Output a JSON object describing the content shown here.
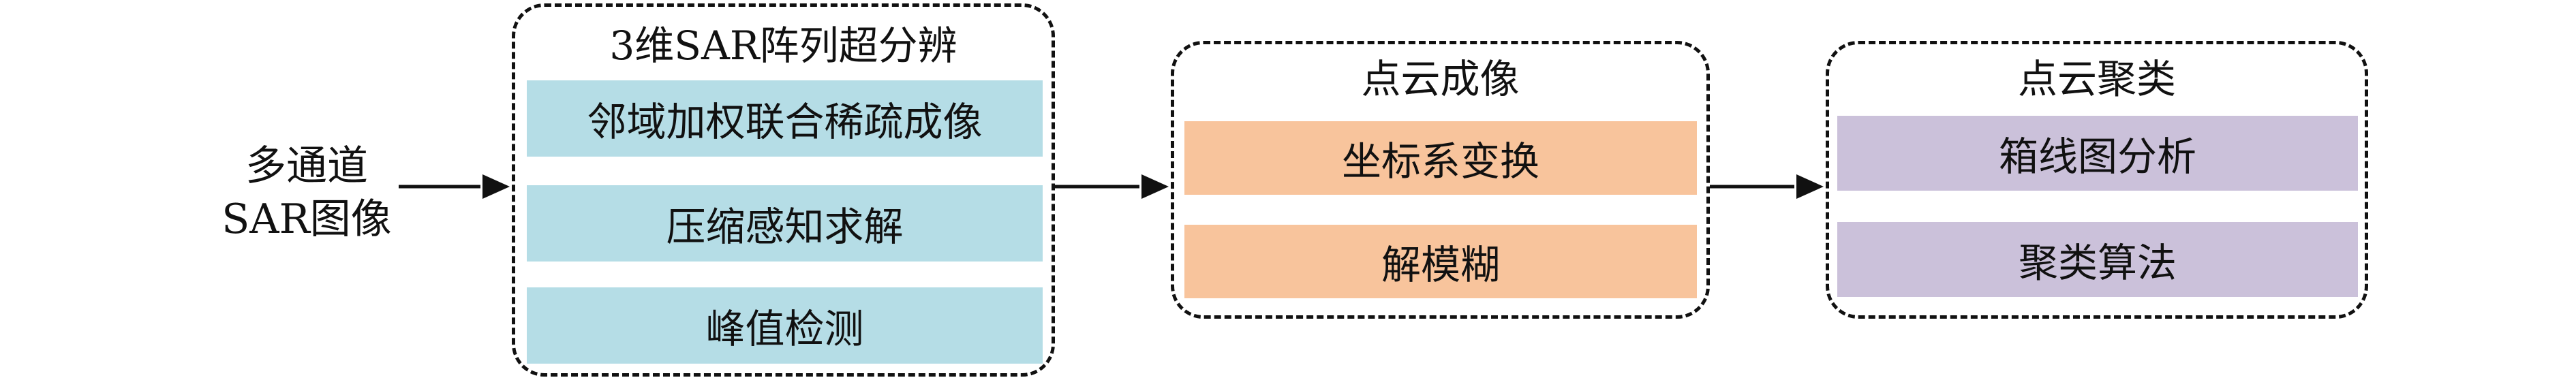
{
  "input": {
    "line1": "多通道",
    "line2": "SAR图像"
  },
  "stages": [
    {
      "title": "3维SAR阵列超分辨",
      "steps": [
        "邻域加权联合稀疏成像",
        "压缩感知求解",
        "峰值检测"
      ],
      "color": "#b5dde6"
    },
    {
      "title": "点云成像",
      "steps": [
        "坐标系变换",
        "解模糊"
      ],
      "color": "#f8c49c"
    },
    {
      "title": "点云聚类",
      "steps": [
        "箱线图分析",
        "聚类算法"
      ],
      "color": "#cbc1da"
    }
  ]
}
